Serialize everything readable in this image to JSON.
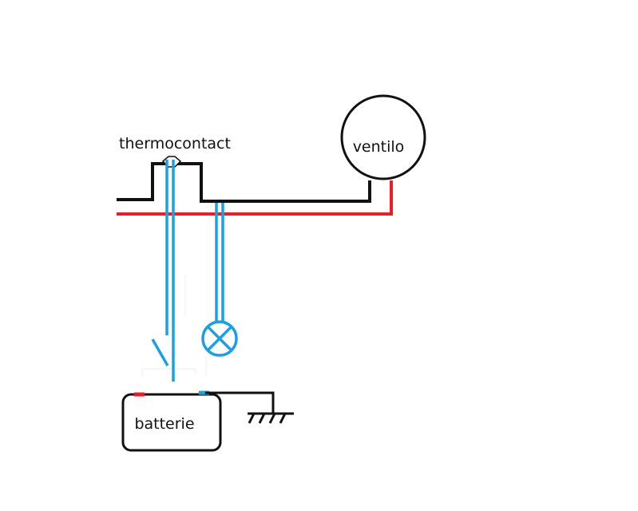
{
  "labels": {
    "thermocontact": "thermocontact",
    "ventilo": "ventilo",
    "batterie": "batterie"
  },
  "colors": {
    "black_wire": "#111111",
    "red_wire": "#e0202a",
    "blue_wire": "#1f9fdc",
    "background": "#ffffff"
  },
  "components": [
    {
      "type": "thermocontact",
      "label_ref": "labels.thermocontact"
    },
    {
      "type": "fan-motor",
      "label_ref": "labels.ventilo"
    },
    {
      "type": "battery",
      "label_ref": "labels.batterie"
    },
    {
      "type": "switch"
    },
    {
      "type": "indicator-lamp"
    },
    {
      "type": "ground"
    }
  ]
}
